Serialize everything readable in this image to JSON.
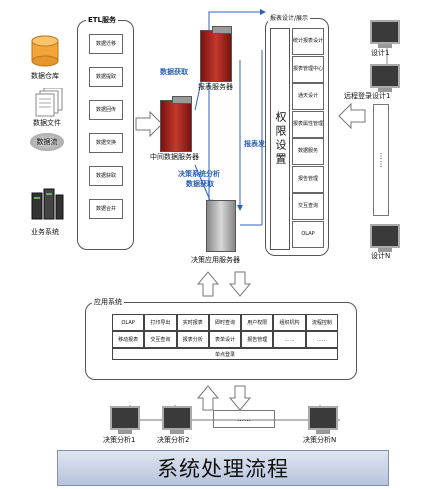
{
  "etl": {
    "title": "ETL服务",
    "items": [
      "数据迁移",
      "数据提取",
      "数据回传",
      "数据交换",
      "数据获取",
      "数据合并"
    ]
  },
  "sources": {
    "warehouse": "数据仓库",
    "files": "数据文件",
    "stream": "数据流",
    "business": "业务系统"
  },
  "servers": {
    "report": "报表服务器",
    "middle": "中间数据服务器",
    "decision": "决策应用服务器"
  },
  "arrow_labels": {
    "fetch": "数据获取",
    "publish": "报表发布",
    "analysis_line1": "决策系统分析",
    "analysis_line2": "数据获取"
  },
  "design": {
    "title": "报表设计/展示",
    "permission": "权限设置",
    "items": [
      "统计报表设计",
      "报表管理中心",
      "通天设计",
      "报表属性管理",
      "数据服务",
      "报告管理",
      "交互查询",
      "OLAP"
    ]
  },
  "clients": {
    "design1": "设计1",
    "remote": "远程登录设计1",
    "designN": "设计N"
  },
  "app": {
    "title": "应用系统",
    "rows": [
      [
        "OLAP",
        "打印导出",
        "实时报表",
        "即时查询",
        "用户权限",
        "组织机构",
        "流程控制"
      ],
      [
        "移动报表",
        "交互查询",
        "报表分析",
        "表单设计",
        "报告管理",
        "……",
        "……"
      ]
    ],
    "footer": "单点登录"
  },
  "bottom": {
    "clients": [
      "决策分析1",
      "决策分析2",
      "决策分析N"
    ],
    "ellipsis": "……"
  },
  "banner": "系统处理流程"
}
